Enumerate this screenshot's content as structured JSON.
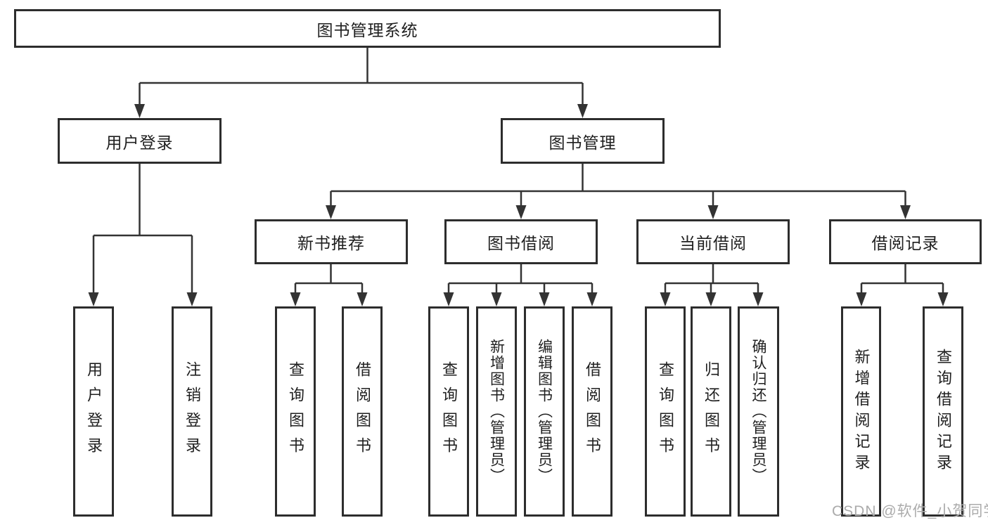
{
  "diagram": {
    "root": {
      "label": "图书管理系统"
    },
    "level2": [
      {
        "label": "用户登录"
      },
      {
        "label": "图书管理"
      }
    ],
    "level3": [
      {
        "label": "新书推荐",
        "parent": "图书管理"
      },
      {
        "label": "图书借阅",
        "parent": "图书管理"
      },
      {
        "label": "当前借阅",
        "parent": "图书管理"
      },
      {
        "label": "借阅记录",
        "parent": "图书管理"
      }
    ],
    "leaves": {
      "user_login": [
        "用户登录",
        "注销登录"
      ],
      "new_book_recommend": [
        "查询图书",
        "借阅图书"
      ],
      "book_borrow": [
        "查询图书",
        "新增图书（管理员）",
        "编辑图书（管理员）",
        "借阅图书"
      ],
      "current_borrow": [
        "查询图书",
        "归还图书",
        "确认归还（管理员）"
      ],
      "borrow_record": [
        "新增借阅记录",
        "查询借阅记录"
      ]
    }
  },
  "watermark": {
    "text": "CSDN @软件_小贺同学"
  },
  "colors": {
    "line": "#333333",
    "box_border": "#2d2d2d",
    "text": "#1f1f1f",
    "watermark": "#ababab",
    "background": "#ffffff"
  }
}
